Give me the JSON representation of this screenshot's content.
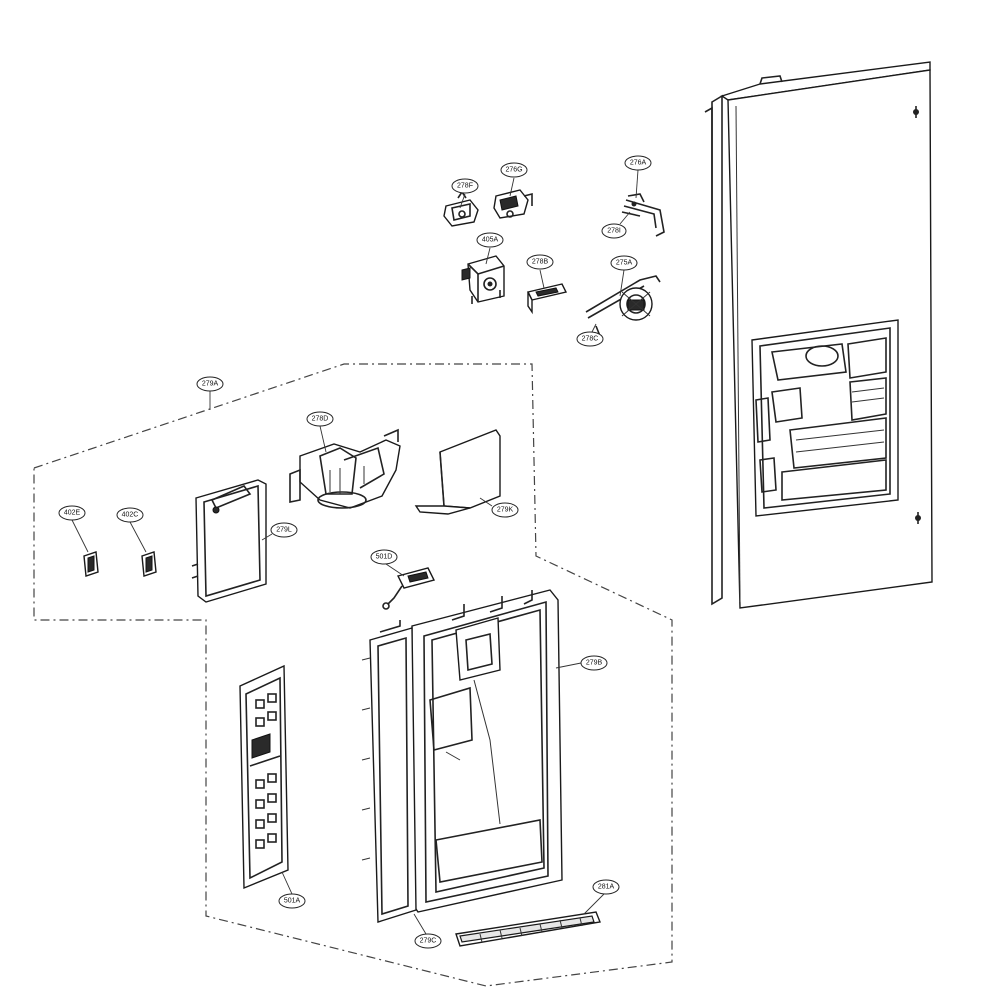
{
  "diagram": {
    "kind": "exploded parts diagram",
    "subject": "refrigerator door dispenser assembly",
    "watermark_text": "",
    "callouts": [
      {
        "id": "c-278F",
        "label": "278F"
      },
      {
        "id": "c-276G",
        "label": "276G"
      },
      {
        "id": "c-276A",
        "label": "276A"
      },
      {
        "id": "c-278I",
        "label": "278I"
      },
      {
        "id": "c-405A",
        "label": "405A"
      },
      {
        "id": "c-278B",
        "label": "278B"
      },
      {
        "id": "c-275A",
        "label": "275A"
      },
      {
        "id": "c-278C",
        "label": "278C"
      },
      {
        "id": "c-279A",
        "label": "279A"
      },
      {
        "id": "c-278D",
        "label": "278D"
      },
      {
        "id": "c-402E",
        "label": "402E"
      },
      {
        "id": "c-402C",
        "label": "402C"
      },
      {
        "id": "c-279L",
        "label": "279L"
      },
      {
        "id": "c-279K",
        "label": "279K"
      },
      {
        "id": "c-501D",
        "label": "501D"
      },
      {
        "id": "c-279B",
        "label": "279B"
      },
      {
        "id": "c-501A",
        "label": "501A"
      },
      {
        "id": "c-281A",
        "label": "281A"
      },
      {
        "id": "c-279C",
        "label": "279C"
      }
    ]
  }
}
